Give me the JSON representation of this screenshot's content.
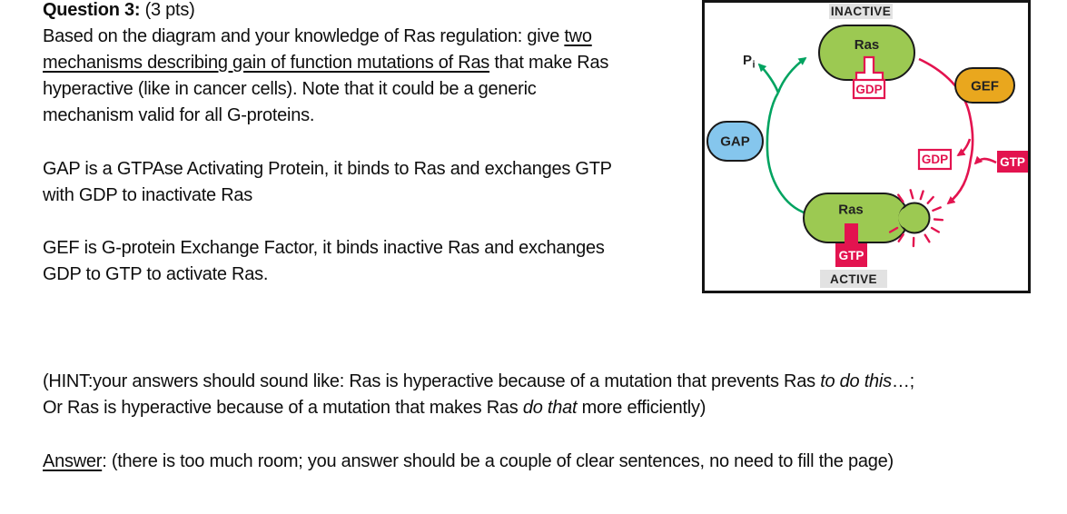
{
  "document": {
    "question_segments": [
      {
        "style": "bold",
        "text": "Question 3:"
      },
      {
        "style": "",
        "text": " (3 pts)\n"
      },
      {
        "style": "",
        "text": "Based on the diagram and your knowledge of Ras regulation: give "
      },
      {
        "style": "underline",
        "text": "two\nmechanisms describing gain of function mutations of Ras"
      },
      {
        "style": "",
        "text": " that make Ras\nhyperactive (like in cancer cells). Note that it could be a generic\nmechanism valid for all G-proteins."
      }
    ],
    "gap_segments": [
      {
        "style": "",
        "text": "GAP is a GTPAse Activating Protein, it binds to Ras and exchanges GTP\nwith GDP to inactivate Ras"
      }
    ],
    "gef_segments": [
      {
        "style": "",
        "text": "GEF is G-protein Exchange Factor, it binds inactive Ras and exchanges\nGDP to GTP to activate Ras."
      }
    ],
    "hint_segments": [
      {
        "style": "",
        "text": "(HINT:your answers should sound like: Ras is hyperactive because of a mutation that prevents Ras "
      },
      {
        "style": "italic",
        "text": "to do this"
      },
      {
        "style": "",
        "text": "…;\nOr Ras is hyperactive because of a mutation that makes Ras "
      },
      {
        "style": "italic",
        "text": "do that"
      },
      {
        "style": "",
        "text": " more efficiently)"
      }
    ],
    "answer_segments": [
      {
        "style": "underline",
        "text": "Answer"
      },
      {
        "style": "",
        "text": ": (there is too much room; you answer should be a couple of clear sentences, no need to fill the page)"
      }
    ]
  },
  "diagram": {
    "inactive_label": "INACTIVE",
    "active_label": "ACTIVE",
    "ras_inactive_label": "Ras",
    "ras_active_label": "Ras",
    "gap_label": "GAP",
    "gef_label": "GEF",
    "gdp_bound_label": "GDP",
    "gdp_released_label": "GDP",
    "gtp_free_label": "GTP",
    "gtp_bound_label": "GTP",
    "phosphate_label": "P",
    "phosphate_subscript": "i",
    "colors": {
      "ras_green": "#9cc952",
      "gap_blue": "#85c6ed",
      "gef_orange": "#e9a71e",
      "crimson": "#e3134f",
      "arrow_green": "#00a360",
      "label_bg": "#e2e2e2",
      "outline": "#1a1a1a"
    }
  }
}
